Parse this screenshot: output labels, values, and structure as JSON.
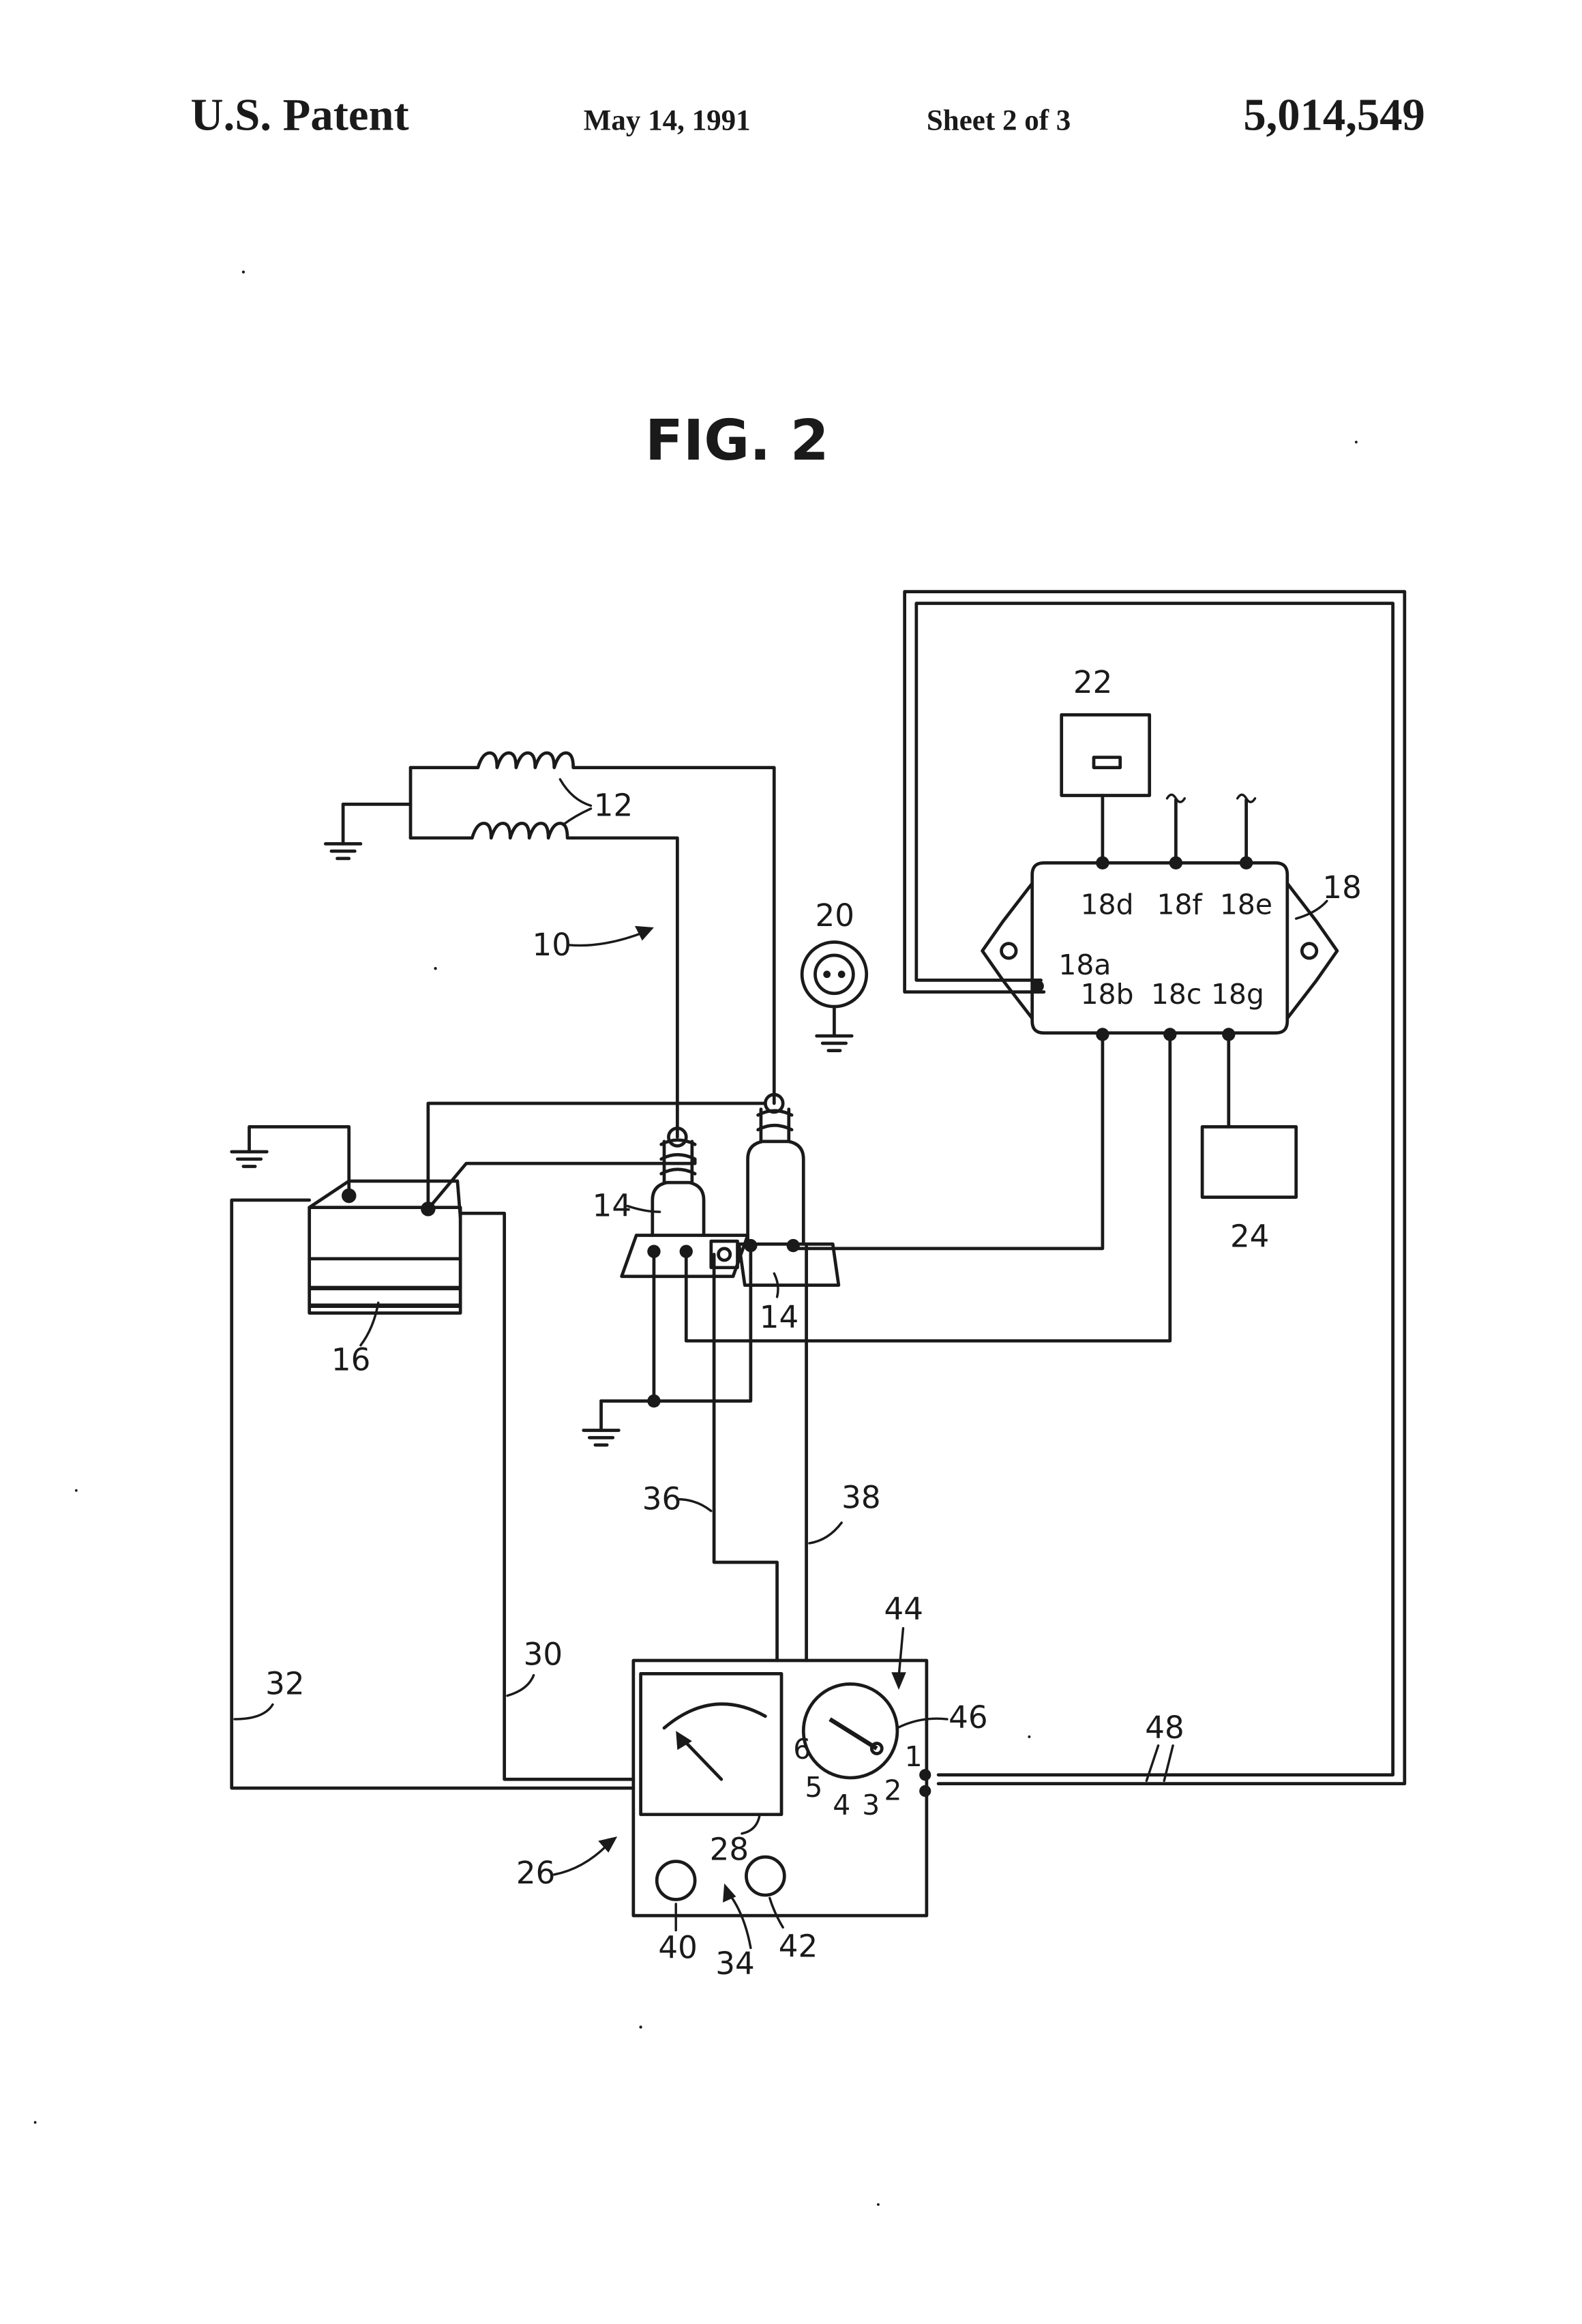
{
  "header": {
    "patent": "U.S. Patent",
    "date": "May 14, 1991",
    "sheet": "Sheet 2 of 3",
    "number": "5,014,549"
  },
  "figure_title": "FIG. 2",
  "labels": {
    "l10": "10",
    "l12": "12",
    "l14a": "14",
    "l14b": "14",
    "l16": "16",
    "l18": "18",
    "l18a": "18a",
    "l18b": "18b",
    "l18c": "18c",
    "l18d": "18d",
    "l18e": "18e",
    "l18f": "18f",
    "l18g": "18g",
    "l20": "20",
    "l22": "22",
    "l24": "24",
    "l26": "26",
    "l28": "28",
    "l30": "30",
    "l32": "32",
    "l34": "34",
    "l36": "36",
    "l38": "38",
    "l40": "40",
    "l42": "42",
    "l44": "44",
    "l46": "46",
    "l48": "48"
  },
  "selector_positions": [
    "1",
    "2",
    "3",
    "4",
    "5",
    "6"
  ]
}
